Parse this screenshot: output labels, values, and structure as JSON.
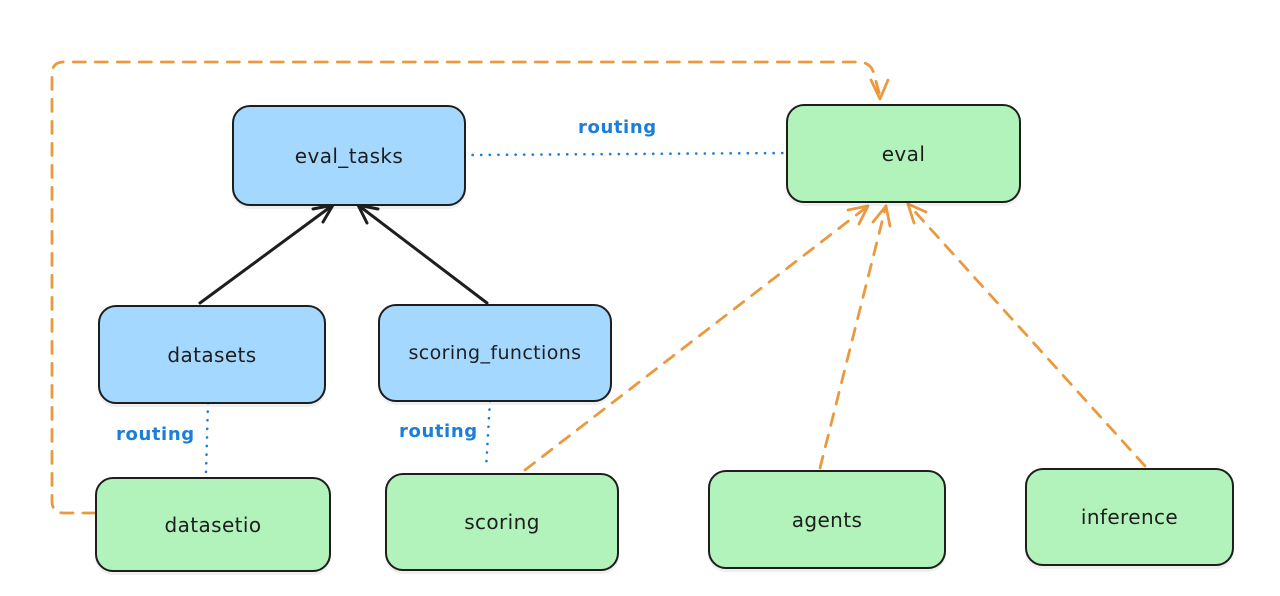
{
  "nodes": {
    "eval_tasks": {
      "label": "eval_tasks",
      "kind": "registry"
    },
    "eval": {
      "label": "eval",
      "kind": "api"
    },
    "datasets": {
      "label": "datasets",
      "kind": "registry"
    },
    "scoring_functions": {
      "label": "scoring_functions",
      "kind": "registry"
    },
    "datasetio": {
      "label": "datasetio",
      "kind": "api"
    },
    "scoring": {
      "label": "scoring",
      "kind": "api"
    },
    "agents": {
      "label": "agents",
      "kind": "api"
    },
    "inference": {
      "label": "inference",
      "kind": "api"
    }
  },
  "edge_labels": {
    "routing_top": "routing",
    "routing_datasets": "routing",
    "routing_scoring": "routing"
  },
  "edges": [
    {
      "from": "datasets",
      "to": "eval_tasks",
      "style": "solid-black-arrow"
    },
    {
      "from": "scoring_functions",
      "to": "eval_tasks",
      "style": "solid-black-arrow"
    },
    {
      "from": "eval_tasks",
      "to": "eval",
      "style": "dotted-blue",
      "label": "routing"
    },
    {
      "from": "datasets",
      "to": "datasetio",
      "style": "dotted-blue",
      "label": "routing"
    },
    {
      "from": "scoring_functions",
      "to": "scoring",
      "style": "dotted-blue",
      "label": "routing"
    },
    {
      "from": "datasetio",
      "to": "eval",
      "style": "dashed-orange-arrow"
    },
    {
      "from": "scoring",
      "to": "eval",
      "style": "dashed-orange-arrow"
    },
    {
      "from": "agents",
      "to": "eval",
      "style": "dashed-orange-arrow"
    },
    {
      "from": "inference",
      "to": "eval",
      "style": "dashed-orange-arrow"
    }
  ],
  "colors": {
    "registry_fill": "#a5d8ff",
    "api_fill": "#b2f2bb",
    "node_stroke": "#1e1e1e",
    "routing_blue": "#1c7ed6",
    "dependency_orange": "#ea9a3e",
    "background": "#ffffff"
  }
}
